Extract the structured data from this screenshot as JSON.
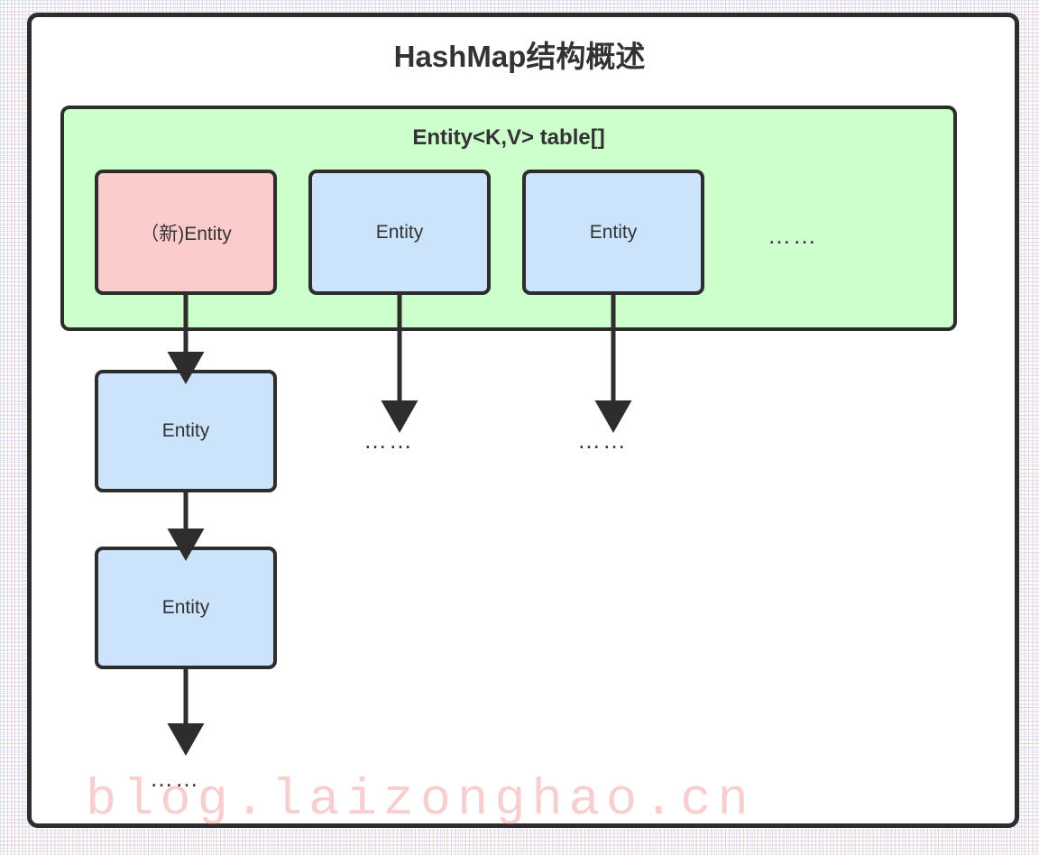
{
  "diagram": {
    "title": "HashMap结构概述",
    "table": {
      "label": "Entity<K,V> table[]",
      "overflow_ellipsis": "……",
      "buckets": [
        {
          "label": "（新)Entity",
          "kind": "new-entry",
          "color": "#FCCCCC"
        },
        {
          "label": "Entity",
          "kind": "entry",
          "color": "#CCE3FC"
        },
        {
          "label": "Entity",
          "kind": "entry",
          "color": "#CCE3FC"
        }
      ]
    },
    "chain": {
      "nodes": [
        {
          "label": "Entity",
          "color": "#CCE3FC"
        },
        {
          "label": "Entity",
          "color": "#CCE3FC"
        }
      ],
      "tail_ellipsis": "……"
    },
    "bucket2_chain_ellipsis": "……",
    "bucket3_chain_ellipsis": "……",
    "colors": {
      "container_fill": "#CCFFCC",
      "entry_fill": "#CCE3FC",
      "new_entry_fill": "#FCCCCC",
      "stroke": "#2d2d2d",
      "text": "#333333"
    }
  },
  "watermark": {
    "text": "blog.laizonghao.cn"
  }
}
